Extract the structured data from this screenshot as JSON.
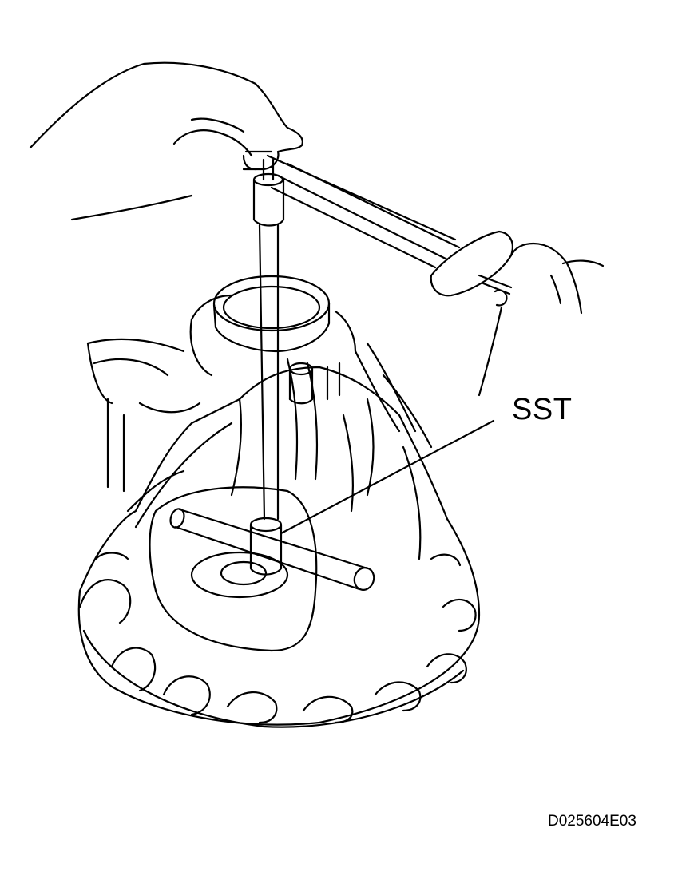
{
  "callout": {
    "label": "SST"
  },
  "figure": {
    "code": "D025604E03"
  },
  "colors": {
    "ink": "#000000",
    "paper": "#ffffff"
  },
  "icons": [
    "hand-illustration",
    "torque-wrench",
    "transmission-housing",
    "special-service-tool"
  ]
}
